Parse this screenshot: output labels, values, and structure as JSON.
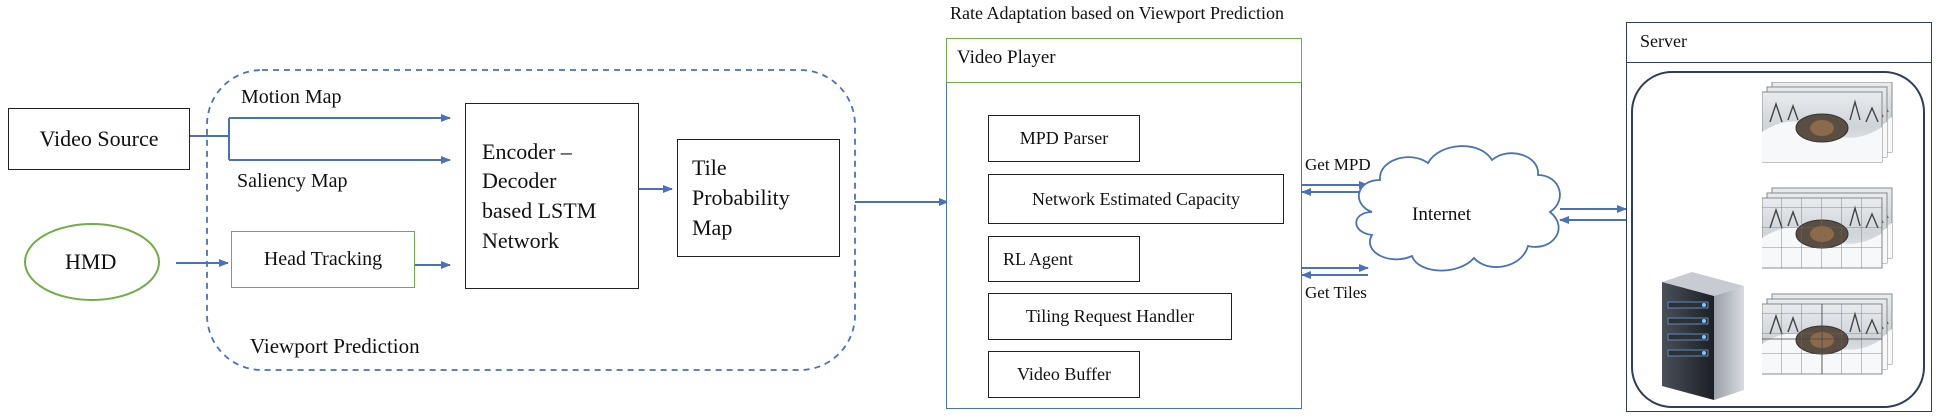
{
  "title": "Rate Adaptation based on Viewport Prediction",
  "left": {
    "video_source": "Video Source",
    "hmd": "HMD",
    "motion_map": "Motion Map",
    "saliency_map": "Saliency Map",
    "head_tracking": "Head Tracking",
    "encoder": [
      "Encoder –",
      "Decoder",
      "based LSTM",
      "Network"
    ],
    "tile_map": [
      "Tile",
      "Probability",
      "Map"
    ],
    "viewport_prediction": "Viewport Prediction"
  },
  "player": {
    "title": "Video Player",
    "modules": [
      "MPD Parser",
      "Network Estimated Capacity",
      "RL Agent",
      "Tiling Request Handler",
      "Video Buffer"
    ]
  },
  "network": {
    "get_mpd": "Get MPD",
    "get_tiles": "Get Tiles",
    "internet": "Internet"
  },
  "server": {
    "title": "Server"
  },
  "colors": {
    "arrow": "#4a72b8",
    "green": "#70ad47",
    "dashed": "#4a72b8",
    "server_border": "#2f3d5c"
  }
}
